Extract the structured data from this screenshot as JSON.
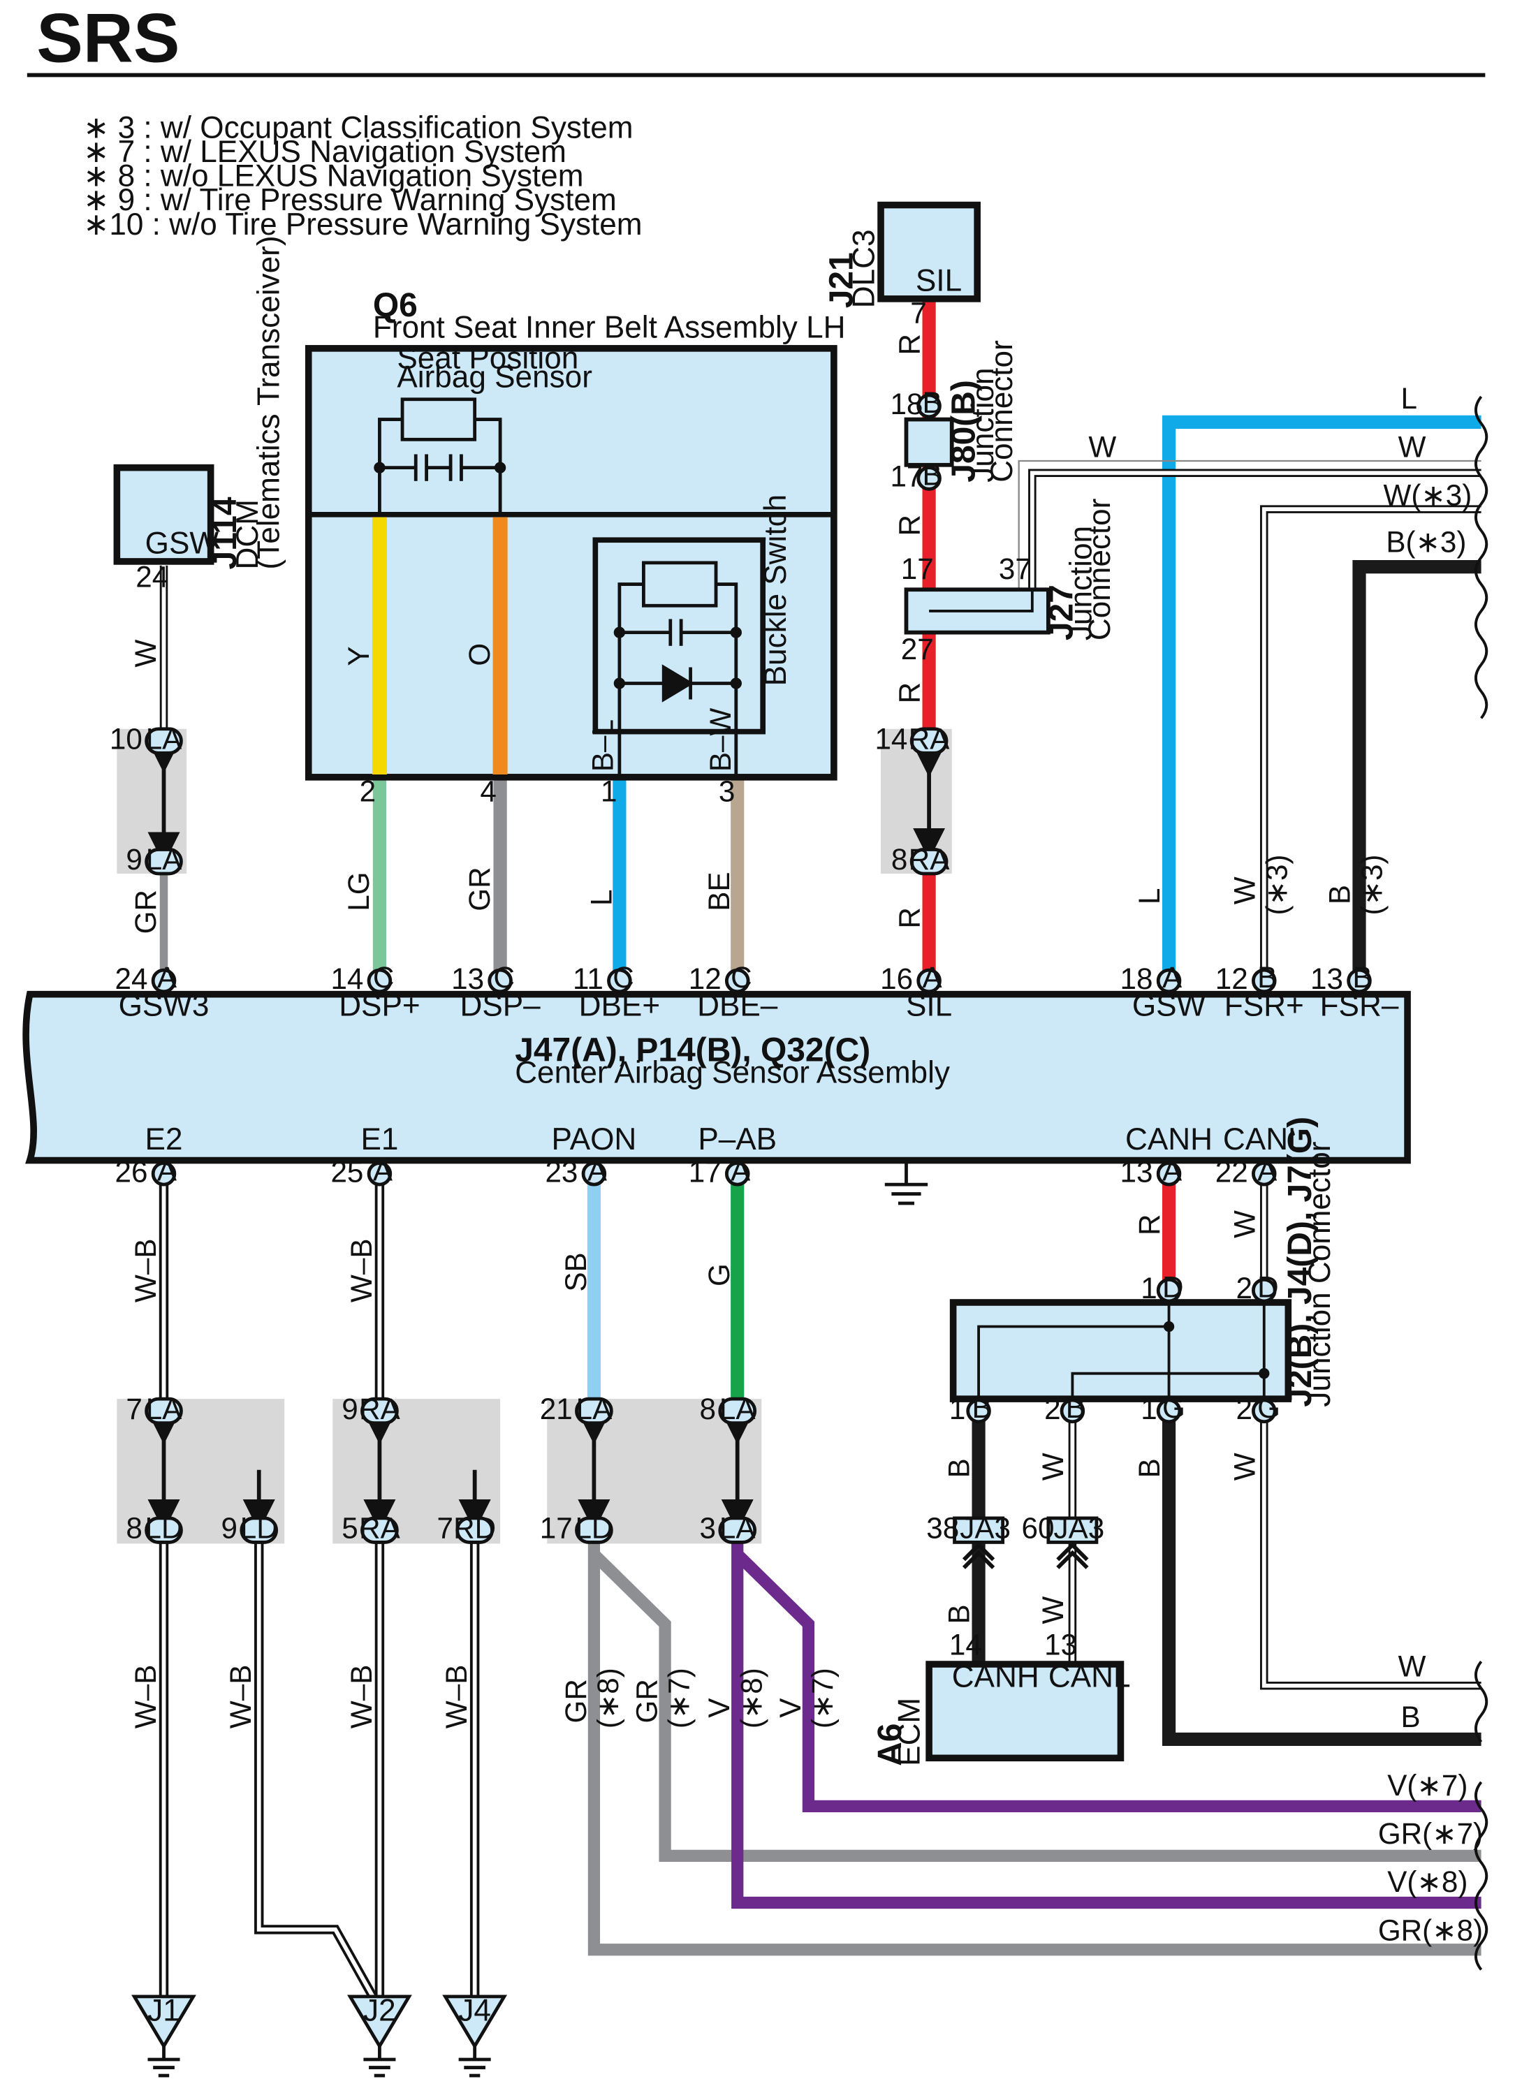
{
  "page_title": "SRS",
  "notes": [
    "∗ 3 : w/ Occupant Classification System",
    "∗ 7 : w/ LEXUS Navigation System",
    "∗ 8 : w/o LEXUS Navigation System",
    "∗ 9 : w/ Tire Pressure Warning System",
    "∗10 : w/o Tire Pressure Warning System"
  ],
  "components": {
    "q6": {
      "code": "Q6",
      "name": "Front Seat Inner Belt Assembly LH",
      "sensor_label_1": "Seat Position",
      "sensor_label_2": "Airbag Sensor",
      "switch_label": "Buckle Switch"
    },
    "j114": {
      "code": "J114",
      "name_1": "DCM",
      "name_2": "(Telematics Transceiver)",
      "terminal": "GSW"
    },
    "j21": {
      "code": "J21",
      "name": "DLC3",
      "terminal": "SIL"
    },
    "j80": {
      "code": "J80(B)",
      "name_1": "Junction",
      "name_2": "Connector"
    },
    "j27": {
      "code": "J27",
      "name_1": "Junction",
      "name_2": "Connector"
    },
    "center": {
      "code": "J47(A), P14(B), Q32(C)",
      "name": "Center Airbag Sensor Assembly"
    },
    "j2": {
      "code": "J2(B), J4(D), J7(G)",
      "name": "Junction Connector"
    },
    "a6": {
      "code": "A6",
      "name": "ECM",
      "term_1": "CANH",
      "term_2": "CANL"
    },
    "grounds": [
      "J1",
      "J2",
      "J4"
    ]
  },
  "center_top_terminals": [
    {
      "pin": "24",
      "conn": "A",
      "name": "GSW3"
    },
    {
      "pin": "14",
      "conn": "C",
      "name": "DSP+"
    },
    {
      "pin": "13",
      "conn": "C",
      "name": "DSP–"
    },
    {
      "pin": "11",
      "conn": "C",
      "name": "DBE+"
    },
    {
      "pin": "12",
      "conn": "C",
      "name": "DBE–"
    },
    {
      "pin": "16",
      "conn": "A",
      "name": "SIL"
    },
    {
      "pin": "18",
      "conn": "A",
      "name": "GSW"
    },
    {
      "pin": "12",
      "conn": "B",
      "name": "FSR+"
    },
    {
      "pin": "13",
      "conn": "B",
      "name": "FSR–"
    }
  ],
  "center_bottom_terminals": [
    {
      "pin": "26",
      "conn": "A",
      "name": "E2"
    },
    {
      "pin": "25",
      "conn": "A",
      "name": "E1"
    },
    {
      "pin": "23",
      "conn": "A",
      "name": "PAON"
    },
    {
      "pin": "17",
      "conn": "A",
      "name": "P–AB"
    },
    {
      "pin": "13",
      "conn": "A",
      "name": "CANH"
    },
    {
      "pin": "22",
      "conn": "A",
      "name": "CANL"
    }
  ],
  "wire_colors": {
    "R": "#e8202a",
    "L": "#10aae8",
    "Y": "#f6d800",
    "O": "#f08a1e",
    "LG": "#7cc79a",
    "GR": "#8e8f92",
    "BE": "#b8a690",
    "SB": "#8fd0f0",
    "G": "#16a34a",
    "V": "#6b2a8c",
    "B": "#1a1a1a",
    "W": "#ffffff"
  },
  "inline_connectors": [
    {
      "top": {
        "pin": "10",
        "label": "LA"
      },
      "bottom": {
        "pin": "9",
        "label": "LA"
      }
    },
    {
      "top": {
        "pin": "14",
        "label": "RA"
      },
      "bottom": {
        "pin": "8",
        "label": "RA"
      }
    },
    {
      "top": {
        "pin": "7",
        "label": "LA"
      },
      "bottoms": [
        {
          "pin": "8",
          "label": "LD"
        },
        {
          "pin": "9",
          "label": "LD"
        }
      ]
    },
    {
      "top": {
        "pin": "9",
        "label": "RA"
      },
      "bottoms": [
        {
          "pin": "5",
          "label": "RA"
        },
        {
          "pin": "7",
          "label": "RD"
        }
      ]
    },
    {
      "top": {
        "pin": "21",
        "label": "LA"
      },
      "bottom": {
        "pin": "17",
        "label": "LD"
      }
    },
    {
      "top": {
        "pin": "8",
        "label": "LA"
      },
      "bottom": {
        "pin": "3",
        "label": "LA"
      }
    }
  ],
  "wire_labels": {
    "gsw_top": "W",
    "gsw_bottom": "GR",
    "q6_y": "Y",
    "q6_o": "O",
    "q6_bl": "B–L",
    "q6_bw": "B–W",
    "dsp_plus": "LG",
    "dsp_minus": "GR",
    "dbe_plus": "L",
    "dbe_minus": "BE",
    "sil_1": "R",
    "sil_2": "R",
    "sil_3": "R",
    "sil_4": "R",
    "gsw_main": "L",
    "fsr_plus": "W",
    "fsr_minus": "B",
    "star3": "(∗3)",
    "right_l": "L",
    "right_w": "W",
    "right_w3": "W(∗3)",
    "right_b3": "B(∗3)",
    "e2": "W–B",
    "e1": "W–B",
    "paon": "SB",
    "pab": "G",
    "canh": "R",
    "canl": "W",
    "j2_b1": "B",
    "j2_b2": "W",
    "j2_g1": "B",
    "j2_g2": "W",
    "ecm_b": "B",
    "ecm_w": "W",
    "wb": "W–B",
    "gr": "GR",
    "v": "V",
    "star7": "(∗7)",
    "star8": "(∗8)",
    "bot_w": "W",
    "bot_b": "B",
    "bot_v7": "V(∗7)",
    "bot_gr7": "GR(∗7)",
    "bot_v8": "V(∗8)",
    "bot_gr8": "GR(∗8)"
  },
  "pins": {
    "j114_24": "24",
    "j21_7": "7",
    "j80_18": "18",
    "j80_17": "17",
    "j80_b": "B",
    "j27_17": "17",
    "j27_37": "37",
    "j27_27": "27",
    "q6_2": "2",
    "q6_4": "4",
    "q6_1": "1",
    "q6_3": "3",
    "j2_d1": "1",
    "j2_d2": "2",
    "d": "D",
    "j2_b1": "1",
    "j2_b2": "2",
    "j2_g1": "1",
    "j2_g2": "2",
    "b": "B",
    "g": "G",
    "ja3_38": "38",
    "ja3_60": "60",
    "ja3": "JA3",
    "ecm_14": "14",
    "ecm_13": "13"
  }
}
